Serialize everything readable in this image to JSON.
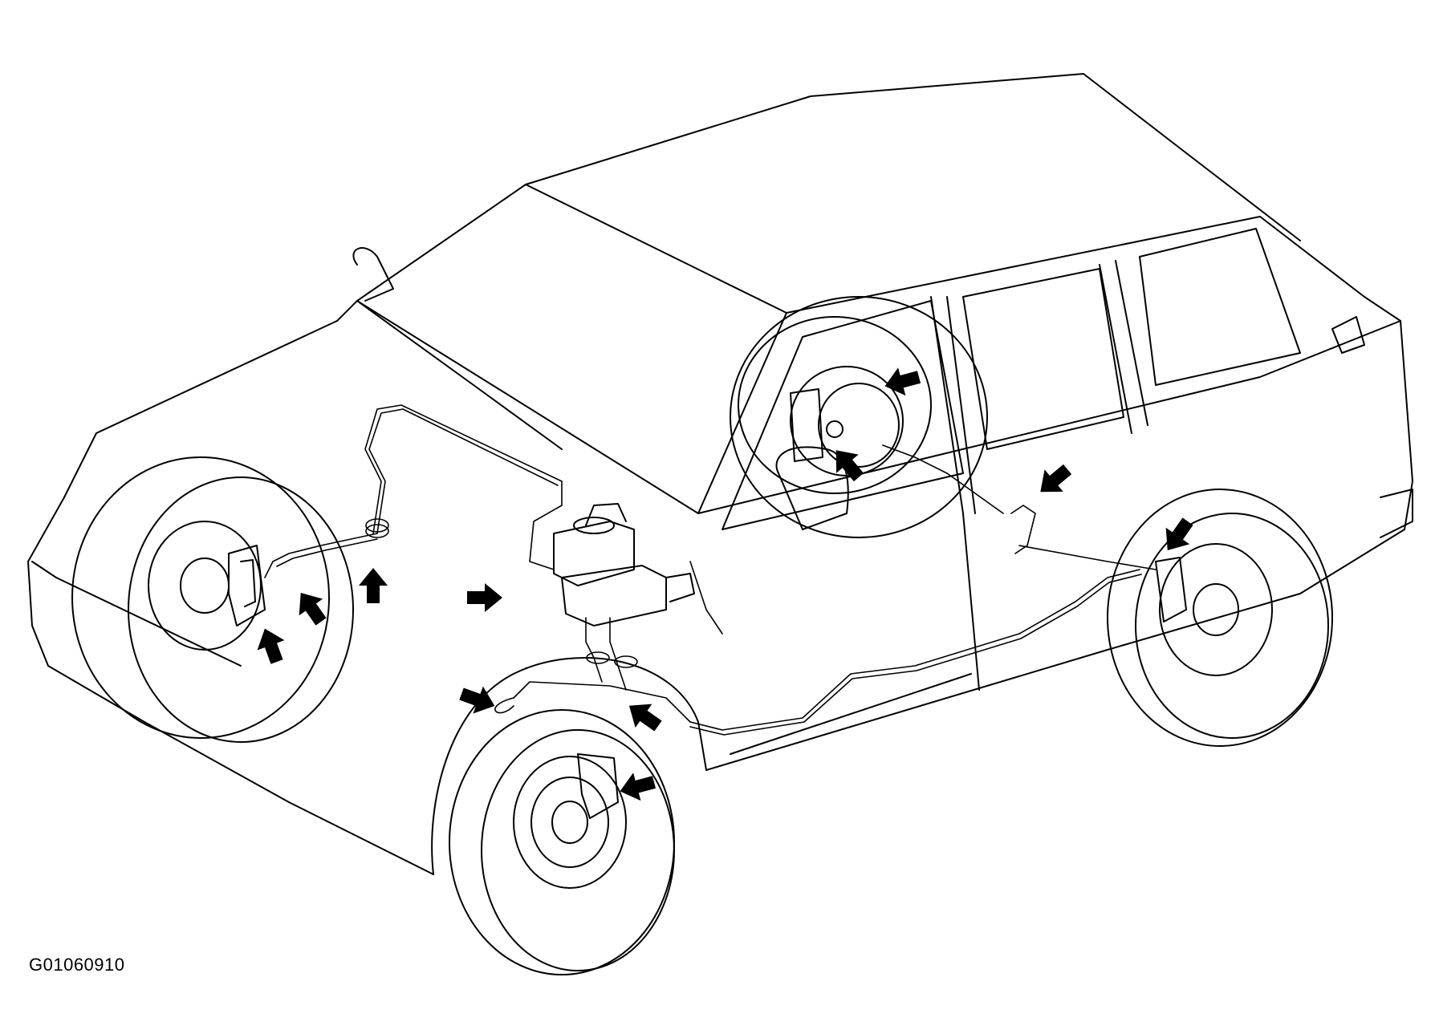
{
  "figure": {
    "id_label": "G01060910"
  },
  "colors": {
    "line": "#000000",
    "arrow": "#000000",
    "background": "#ffffff"
  },
  "callouts": [
    {
      "name": "callout-arrow-front-left-caliper-lower",
      "points_to": "front-left-caliper"
    },
    {
      "name": "callout-arrow-front-left-hose",
      "points_to": "front-left-flex-hose"
    },
    {
      "name": "callout-arrow-front-left-line-fitting",
      "points_to": "front-left-brake-line"
    },
    {
      "name": "callout-arrow-abs-actuator",
      "points_to": "abs-actuator"
    },
    {
      "name": "callout-arrow-booster-upper",
      "points_to": "brake-booster"
    },
    {
      "name": "callout-arrow-master-cylinder",
      "points_to": "master-cylinder"
    },
    {
      "name": "callout-arrow-rear-line-junction",
      "points_to": "rear-brake-line-junction"
    },
    {
      "name": "callout-arrow-rear-caliper",
      "points_to": "rear-right-caliper"
    },
    {
      "name": "callout-arrow-front-right-hose-upper",
      "points_to": "front-right-flex-hose"
    },
    {
      "name": "callout-arrow-front-right-line",
      "points_to": "front-right-brake-line"
    },
    {
      "name": "callout-arrow-front-right-caliper",
      "points_to": "front-right-caliper"
    }
  ]
}
